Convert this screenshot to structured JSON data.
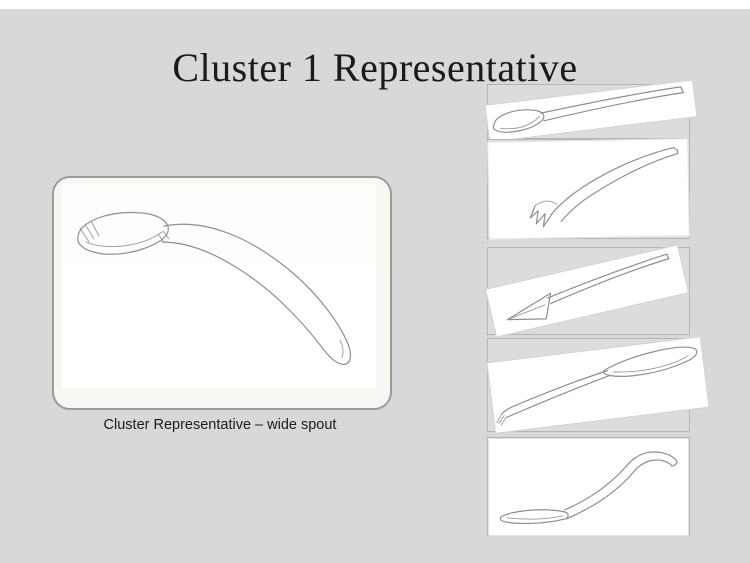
{
  "slide": {
    "title": "Cluster 1 Representative",
    "representative": {
      "caption": "Cluster Representative – wide spout",
      "sketch_icon": "wide-spout-ladle-sketch"
    },
    "thumbnails": [
      {
        "icon": "spoon-sketch-straight-handle"
      },
      {
        "icon": "spoon-sketch-forked-tip"
      },
      {
        "icon": "spoon-sketch-triangular-scoop"
      },
      {
        "icon": "spoon-sketch-long-shallow-bowl"
      },
      {
        "icon": "ladle-sketch-curved-handle"
      }
    ],
    "colors": {
      "slide_background": "#d8d8d8",
      "top_band": "#ffffff",
      "panel_background": "#f7f6f2",
      "panel_border": "#9a9a9a",
      "paper": "#ffffff",
      "thumb_background": "#dcdcdc",
      "thumb_border": "#b5b5b5",
      "ink": "#8e8e8e",
      "title_color": "#1a1a1a"
    }
  }
}
